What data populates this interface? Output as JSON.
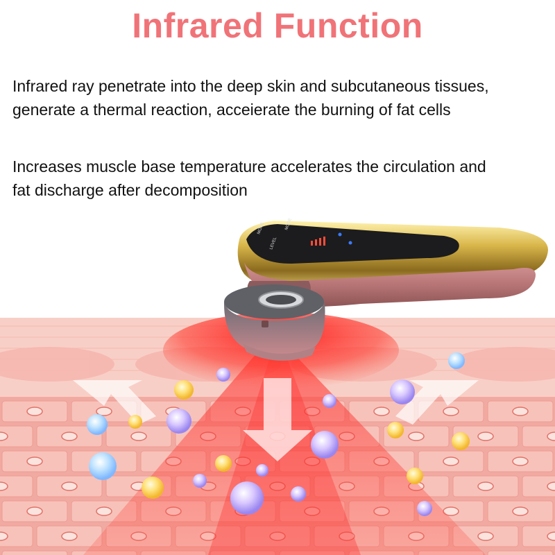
{
  "title": "Infrared Function",
  "paragraphs": [
    {
      "line1": "Infrared ray penetrate into the deep skin and subcutaneous tissues,",
      "line2": "generate a thermal reaction, acceierate the burning of fat cells"
    },
    {
      "line1": "Increases muscle base temperature accelerates the circulation and",
      "line2": "fat discharge after decomposition"
    }
  ],
  "device": {
    "button_labels": [
      "MODE",
      "MODE",
      "LEVEL"
    ]
  },
  "colors": {
    "title": "#f07378",
    "text": "#111111",
    "skin_top": "#f8cfc6",
    "skin_cells": "#f3b3ab",
    "infrared": "#ff2a2a",
    "device_gold": "#d9b64a",
    "device_body": "#b77576"
  },
  "icons": [
    "down-arrow-icon",
    "cell-nucleus-icon",
    "particle-bubble-icon"
  ]
}
